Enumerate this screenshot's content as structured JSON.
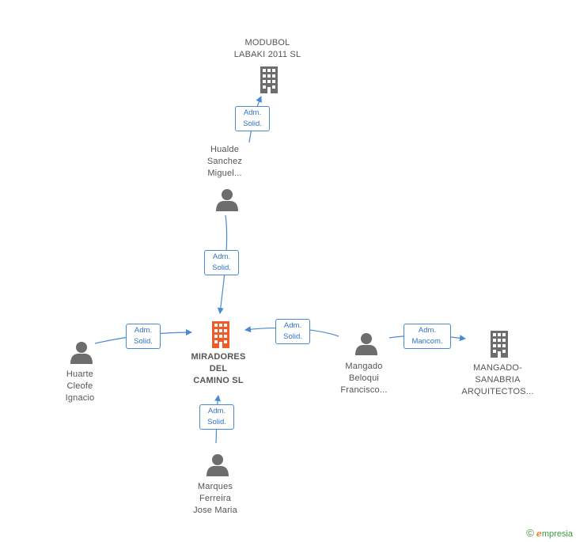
{
  "nodes": {
    "center": {
      "lines": [
        "MIRADORES",
        "DEL",
        "CAMINO SL"
      ],
      "color": "#f05a28"
    },
    "modubol": {
      "lines": [
        "MODUBOL",
        "LABAKI 2011 SL"
      ],
      "color": "#6d6d6d"
    },
    "hualde": {
      "lines": [
        "Hualde",
        "Sanchez",
        "Miguel..."
      ]
    },
    "huarte": {
      "lines": [
        "Huarte",
        "Cleofe",
        "Ignacio"
      ]
    },
    "mangado": {
      "lines": [
        "Mangado",
        "Beloqui",
        "Francisco..."
      ]
    },
    "mangado_sanabria": {
      "lines": [
        "MANGADO-",
        "SANABRIA",
        "ARQUITECTOS..."
      ],
      "color": "#6d6d6d"
    },
    "marques": {
      "lines": [
        "Marques",
        "Ferreira",
        "Jose Maria"
      ]
    }
  },
  "edges": {
    "hualde_modubol": {
      "lines": [
        "Adm.",
        "Solid."
      ]
    },
    "hualde_center": {
      "lines": [
        "Adm.",
        "Solid."
      ]
    },
    "huarte_center": {
      "lines": [
        "Adm.",
        "Solid."
      ]
    },
    "mangado_center": {
      "lines": [
        "Adm.",
        "Solid."
      ]
    },
    "mangado_sanabria": {
      "lines": [
        "Adm.",
        "Mancom."
      ]
    },
    "marques_center": {
      "lines": [
        "Adm.",
        "Solid."
      ]
    }
  },
  "colors": {
    "edge": "#4a8ad4",
    "person": "#6d6d6d"
  },
  "branding": {
    "copyright": "©",
    "e_letter": "e",
    "rest": "mpresia"
  }
}
